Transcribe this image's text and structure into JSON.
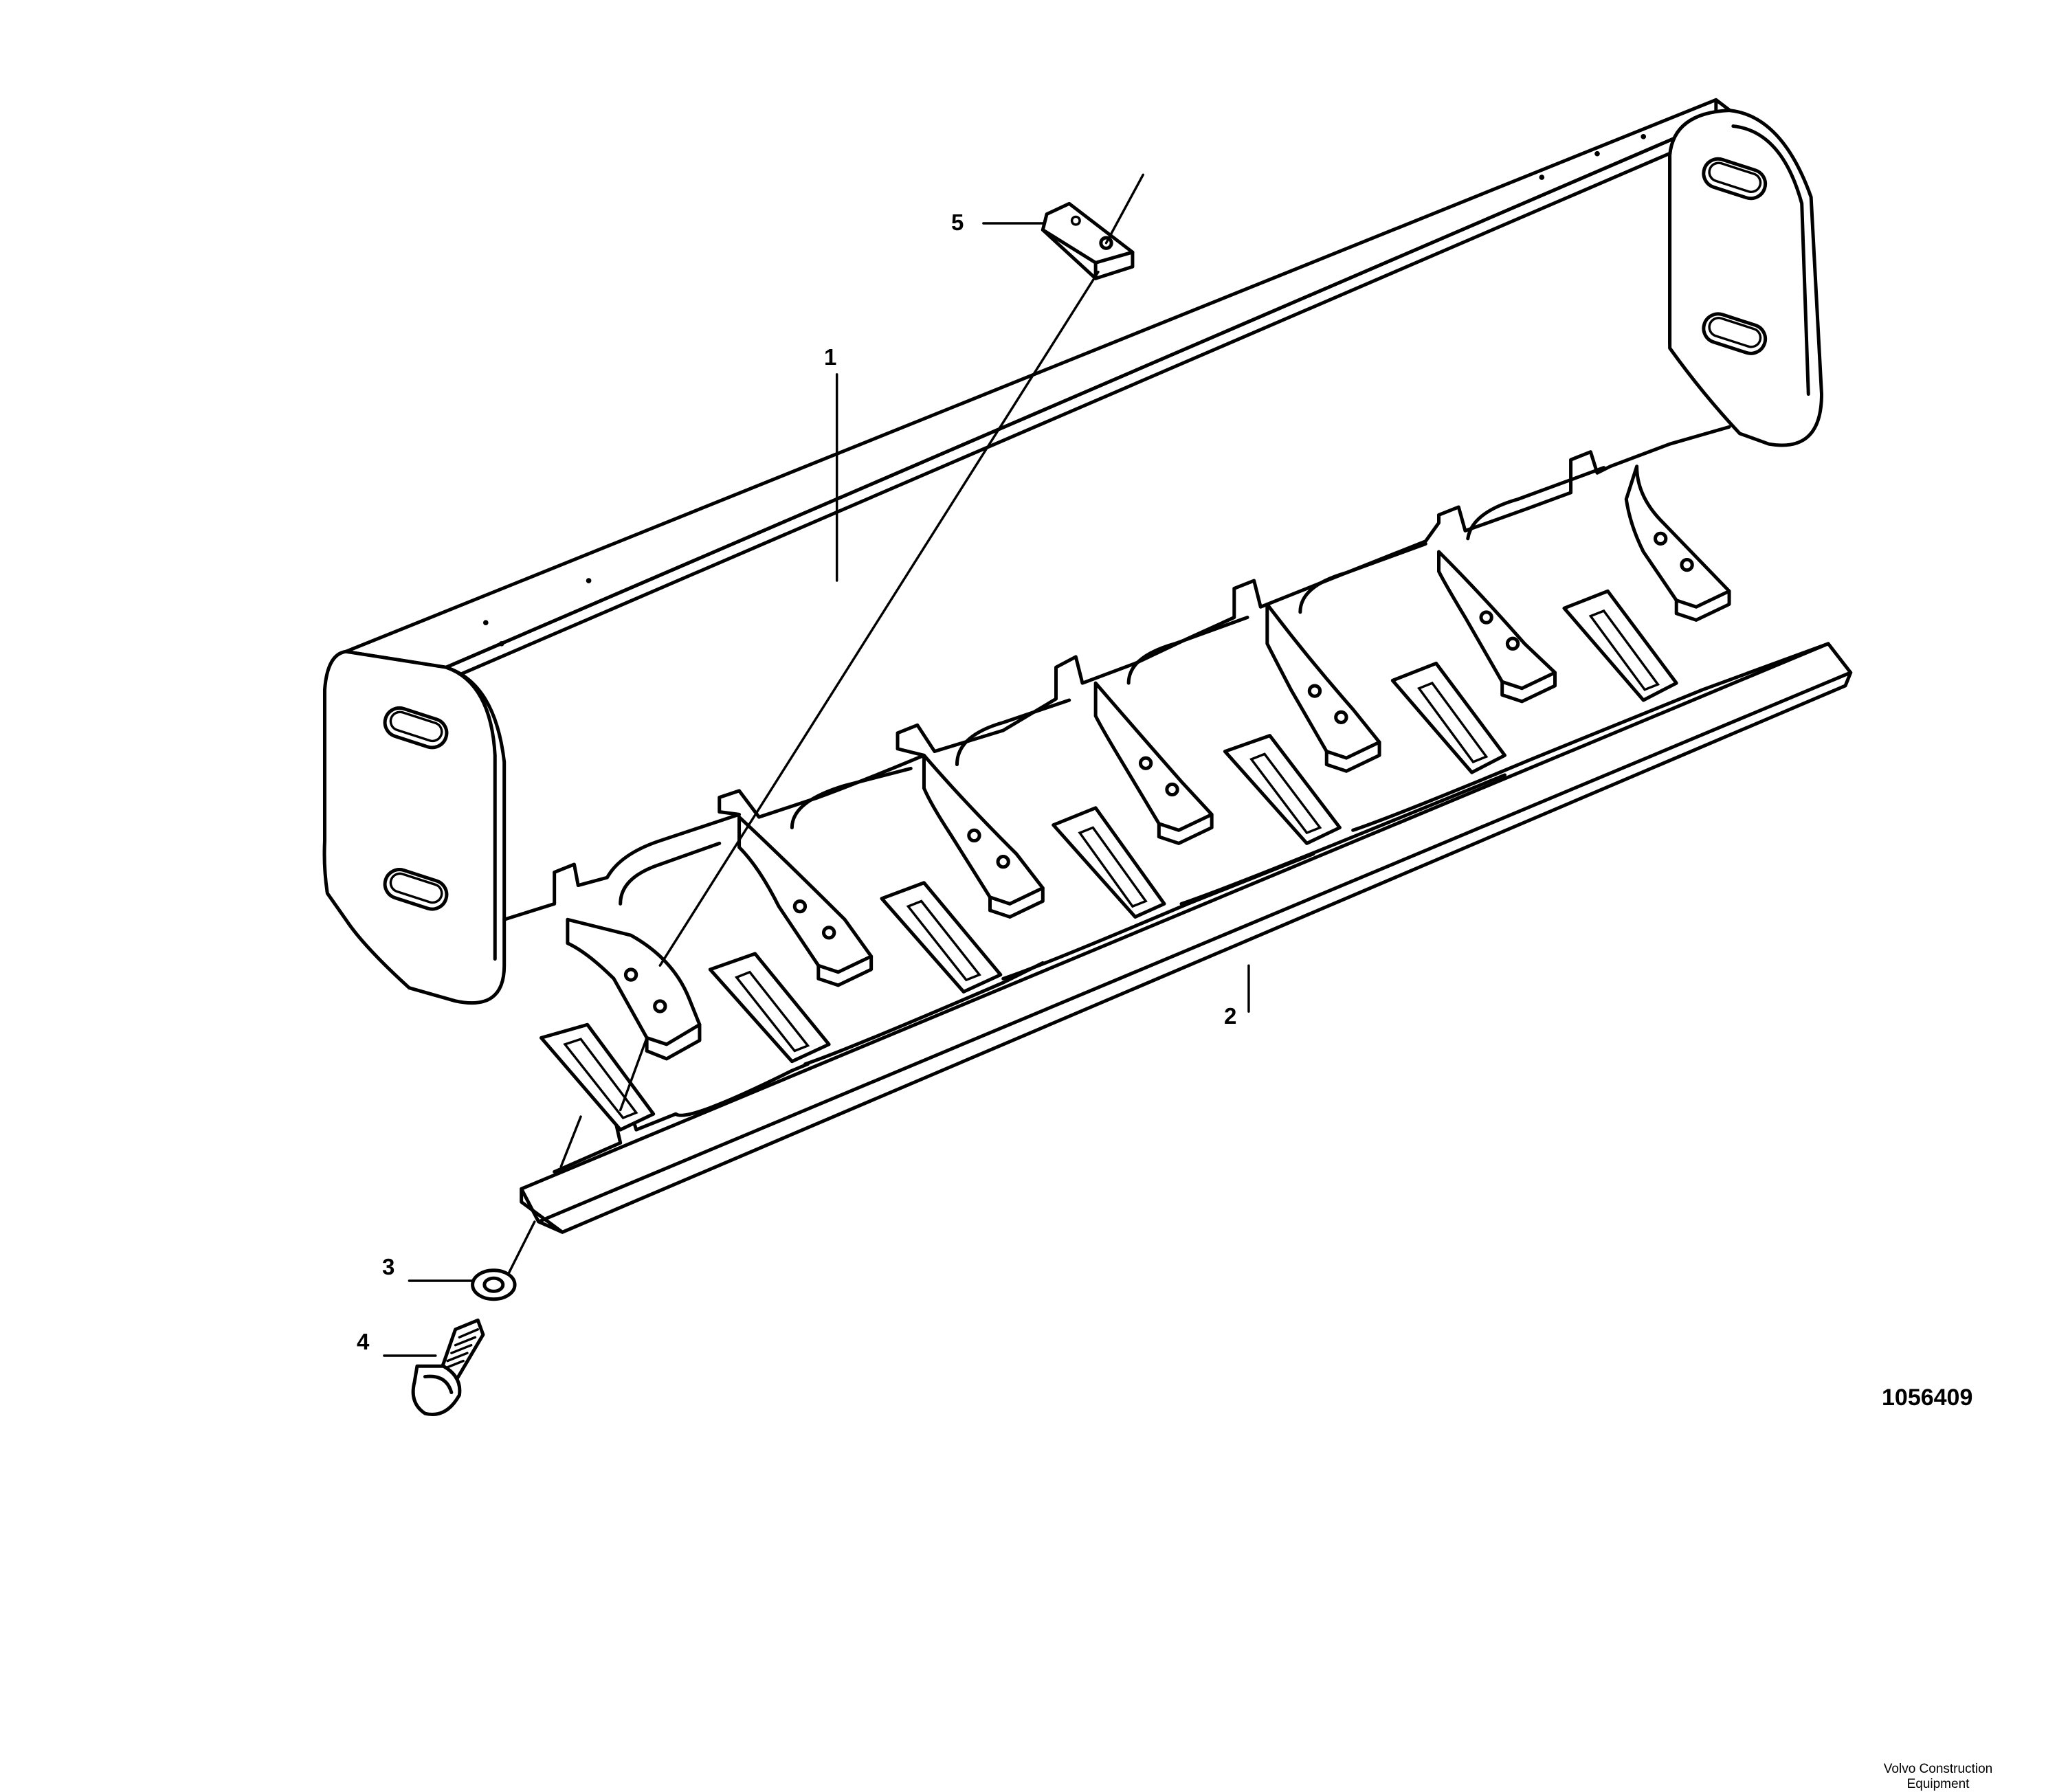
{
  "callouts": {
    "part_1": "1",
    "part_2": "2",
    "part_3": "3",
    "part_4": "4",
    "part_5": "5"
  },
  "footer": {
    "company_line1": "Volvo Construction",
    "company_line2": "Equipment",
    "drawing_number": "1056409"
  }
}
